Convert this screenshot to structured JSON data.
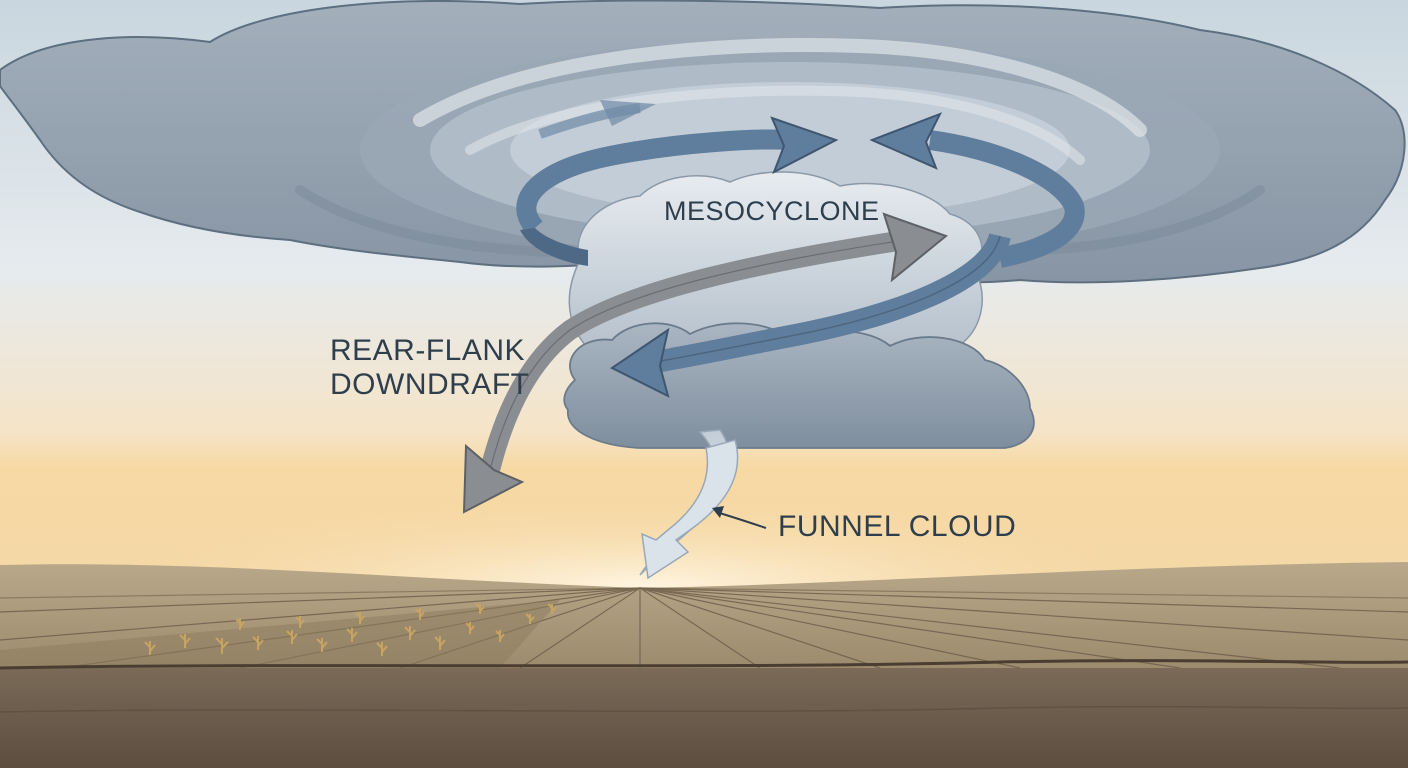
{
  "labels": {
    "mesocyclone": "MESOCYCLONE",
    "rear_flank_line1": "REAR-FLANK",
    "rear_flank_line2": "DOWNDRAFT",
    "funnel_cloud": "FUNNEL CLOUD"
  },
  "colors": {
    "label_text": "#2f3e4c",
    "rotation_arrow": "#5f7d9c",
    "downdraft_arrow": "#8a8d91",
    "funnel_arrow": "#c9d4df",
    "cloud_dark": "#8c9aa9",
    "cloud_light": "#c7d0d9",
    "sky_top": "#c8d6e0",
    "horizon_glow": "#f6d9a6",
    "field": "#a9987c",
    "soil": "#6e5e4e"
  }
}
